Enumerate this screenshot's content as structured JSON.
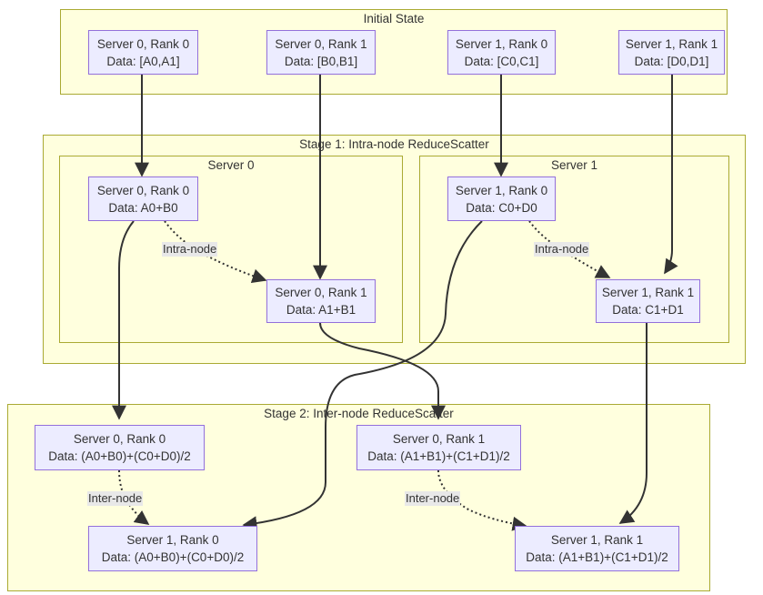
{
  "clusters": {
    "initial": {
      "title": "Initial State"
    },
    "stage1": {
      "title": "Stage 1: Intra-node ReduceScatter"
    },
    "s1_server0": {
      "title": "Server 0"
    },
    "s1_server1": {
      "title": "Server 1"
    },
    "stage2": {
      "title": "Stage 2: Inter-node ReduceScatter"
    }
  },
  "nodes": {
    "init_s0r0": {
      "name": "Server 0, Rank 0",
      "data": "Data: [A0,A1]"
    },
    "init_s0r1": {
      "name": "Server 0, Rank 1",
      "data": "Data: [B0,B1]"
    },
    "init_s1r0": {
      "name": "Server 1, Rank 0",
      "data": "Data: [C0,C1]"
    },
    "init_s1r1": {
      "name": "Server 1, Rank 1",
      "data": "Data: [D0,D1]"
    },
    "st1_s0r0": {
      "name": "Server 0, Rank 0",
      "data": "Data: A0+B0"
    },
    "st1_s0r1": {
      "name": "Server 0, Rank 1",
      "data": "Data: A1+B1"
    },
    "st1_s1r0": {
      "name": "Server 1, Rank 0",
      "data": "Data: C0+D0"
    },
    "st1_s1r1": {
      "name": "Server 1, Rank 1",
      "data": "Data: C1+D1"
    },
    "st2_s0r0": {
      "name": "Server 0, Rank 0",
      "data": "Data: (A0+B0)+(C0+D0)/2"
    },
    "st2_s0r1": {
      "name": "Server 0, Rank 1",
      "data": "Data: (A1+B1)+(C1+D1)/2"
    },
    "st2_s1r0": {
      "name": "Server 1, Rank 0",
      "data": "Data: (A0+B0)+(C0+D0)/2"
    },
    "st2_s1r1": {
      "name": "Server 1, Rank 1",
      "data": "Data: (A1+B1)+(C1+D1)/2"
    }
  },
  "edge_labels": {
    "intra_s0": "Intra-node",
    "intra_s1": "Intra-node",
    "inter_r0": "Inter-node",
    "inter_r1": "Inter-node"
  },
  "colors": {
    "cluster_fill": "#ffffde",
    "cluster_border": "#aaaa33",
    "node_fill": "#ececff",
    "node_border": "#9370db",
    "edge": "#333333"
  }
}
